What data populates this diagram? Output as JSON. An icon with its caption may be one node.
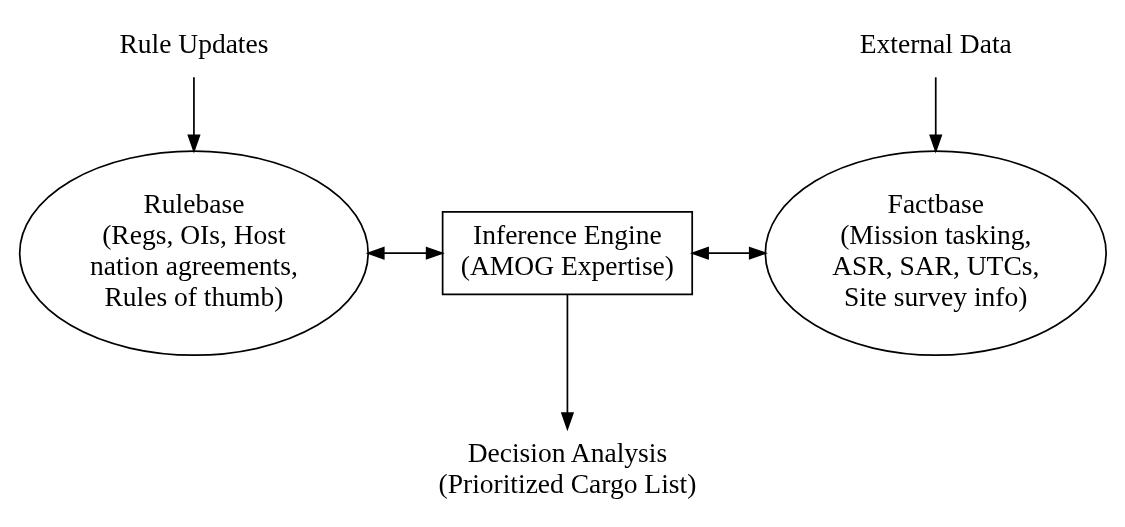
{
  "diagram": {
    "nodes": [
      {
        "text": [
          "Rule Updates"
        ]
      },
      {
        "text": [
          "Rulebase",
          "(Regs, OIs, Host nation agreements, Rules of thumb)"
        ]
      },
      {
        "text": [
          "Inference Engine",
          "(AMOG Expertise)"
        ]
      },
      {
        "text": [
          "Factbase",
          "(Mission tasking, ASR, SAR, UTCs, Site survey info)"
        ]
      },
      {
        "text": [
          "External Data"
        ]
      },
      {
        "text": [
          "Decision Analysis",
          "(Prioritized Cargo List)"
        ]
      }
    ],
    "edges": [
      {
        "from": 0,
        "to": 1,
        "arrow": "to"
      },
      {
        "from": 1,
        "to": 2,
        "arrow": "both"
      },
      {
        "from": 2,
        "to": 3,
        "arrow": "both"
      },
      {
        "from": 4,
        "to": 3,
        "arrow": "to"
      },
      {
        "from": 2,
        "to": 5,
        "arrow": "to"
      }
    ]
  }
}
